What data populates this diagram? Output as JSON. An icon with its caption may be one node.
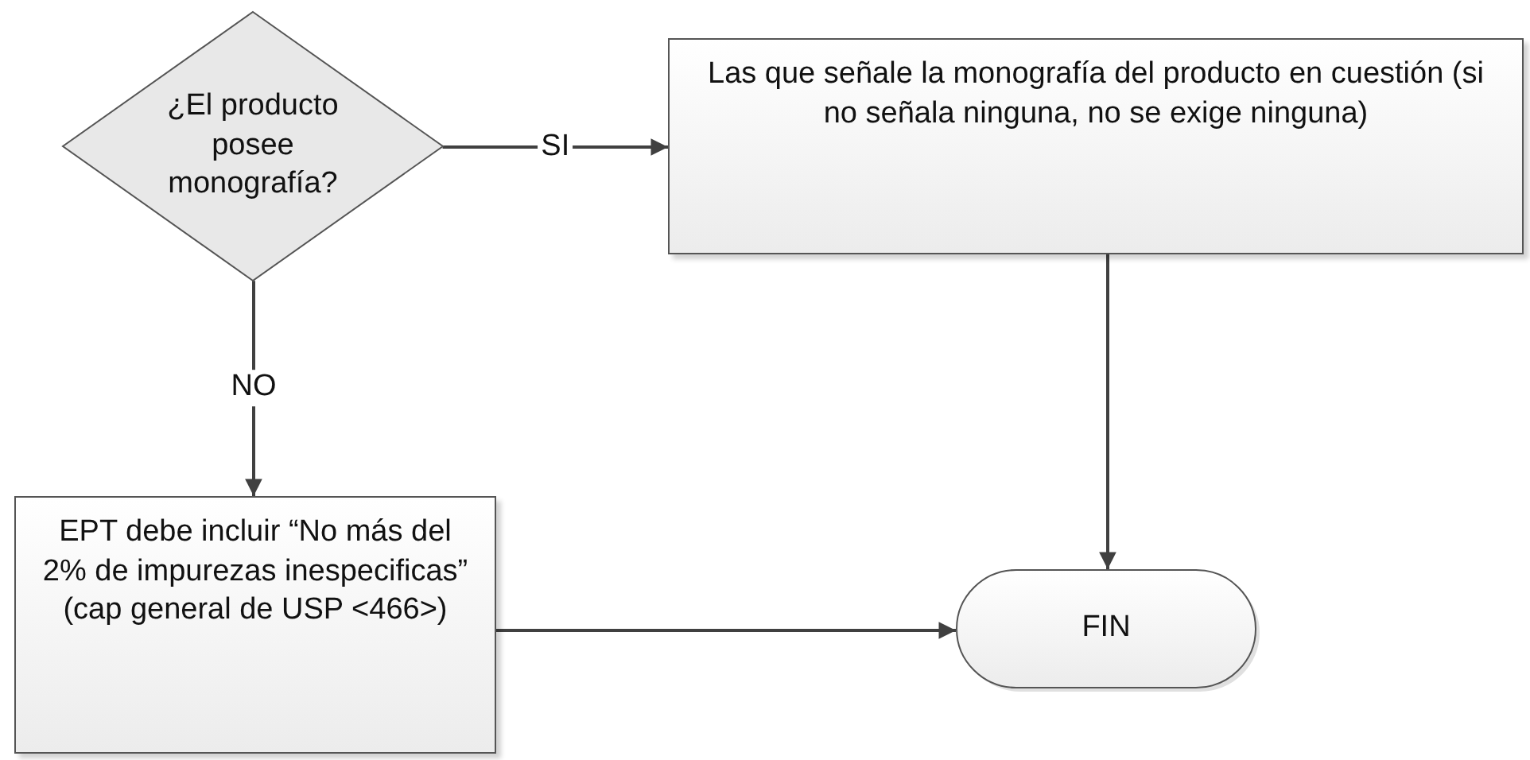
{
  "diagram": {
    "nodes": [
      {
        "text": [
          "¿El producto posee monografía?"
        ]
      },
      {
        "text": [
          "Las que señale la monografía del producto en cuestión (si no señala ninguna, no se exige ninguna)"
        ]
      },
      {
        "text": [
          "EPT debe incluir “No más del 2% de impurezas inespecificas” (cap general de USP <466>)"
        ]
      },
      {
        "text": [
          "FIN"
        ]
      }
    ],
    "edges": [
      {
        "from": 0,
        "to": 1,
        "arrow": "to",
        "label": "SI"
      },
      {
        "from": 0,
        "to": 2,
        "arrow": "to",
        "label": "NO"
      },
      {
        "from": 1,
        "to": 3,
        "arrow": "to"
      },
      {
        "from": 2,
        "to": 3,
        "arrow": "to"
      }
    ]
  }
}
